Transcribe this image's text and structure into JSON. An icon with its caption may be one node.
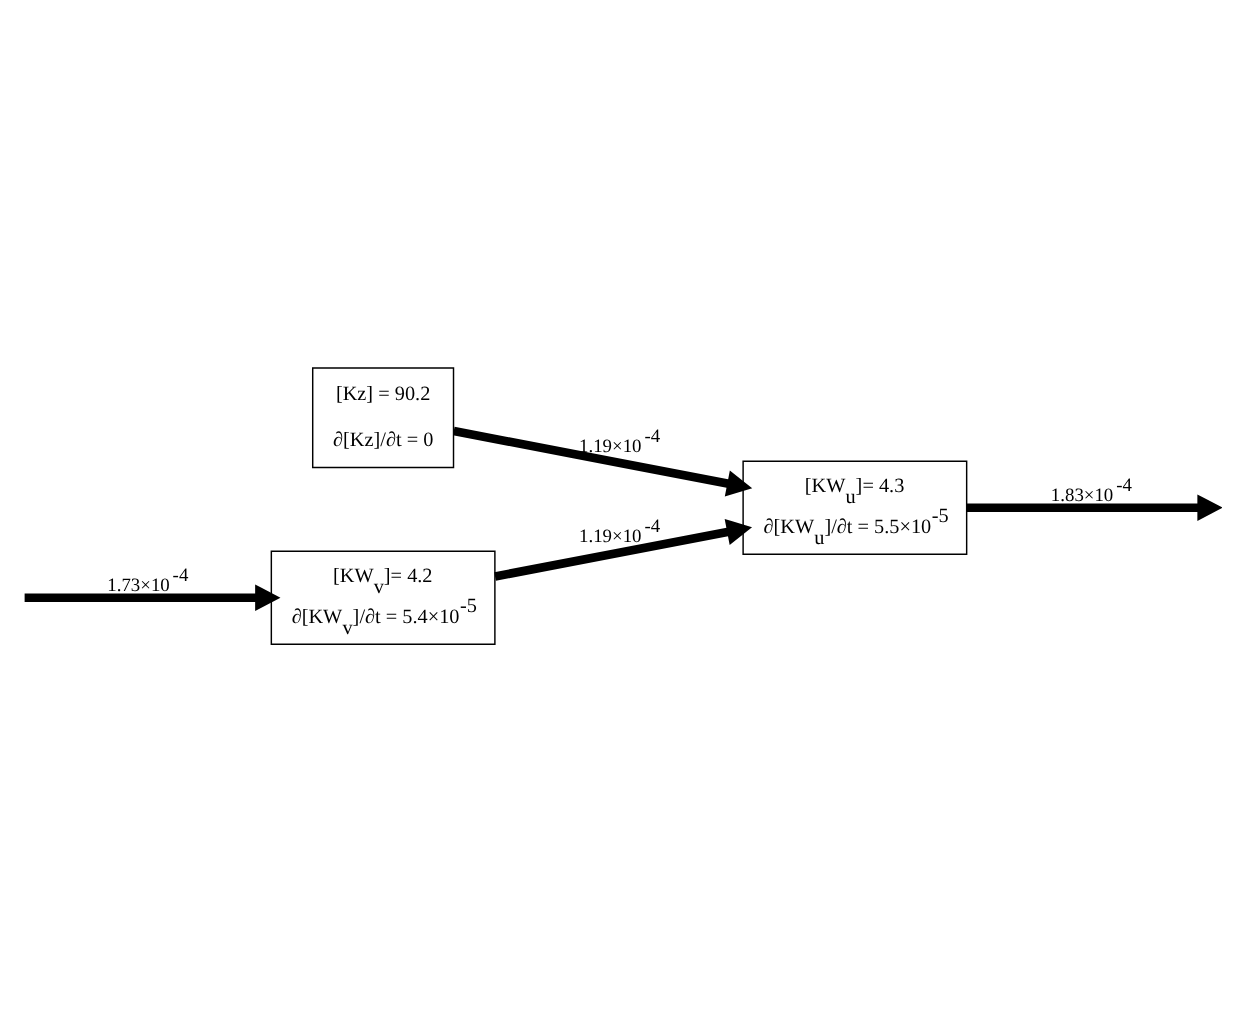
{
  "diagram": {
    "nodes": [
      {
        "text": [
          "[Kz] = 90.2",
          "∂[Kz]/∂t = 0"
        ]
      },
      {
        "text": [
          "[KW$_{u}$]= 4.3",
          "∂[KW$_{u}$]/∂t = 5.5×10$^{-5}$"
        ]
      },
      {
        "text": [
          "[KW$_{v}$]= 4.2",
          "∂[KW$_{v}$]/∂t = 5.4×10$^{-5}$"
        ]
      }
    ],
    "edges": [
      {
        "from": 0,
        "to": 1,
        "arrow": "to",
        "label": "1.19×10$^{-4}$"
      },
      {
        "from": 2,
        "to": 1,
        "arrow": "to",
        "label": "1.19×10$^{-4}$"
      },
      {
        "from": 1,
        "to": null,
        "arrow": "to",
        "label": "1.83×10$^{-4}$"
      },
      {
        "from": null,
        "to": 2,
        "arrow": "to",
        "label": "1.73×10$^{-4}$"
      }
    ]
  }
}
